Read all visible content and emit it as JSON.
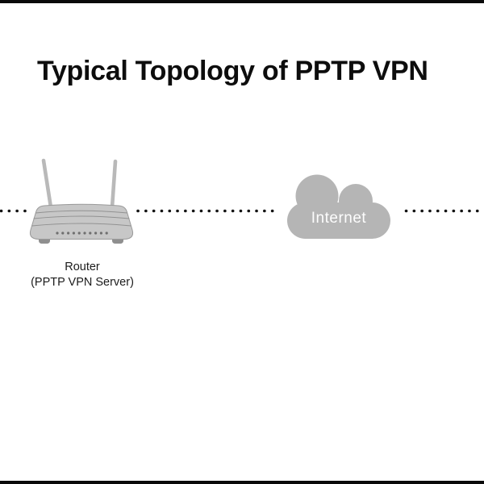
{
  "page": {
    "title": "Typical Topology of PPTP VPN"
  },
  "diagram": {
    "router": {
      "icon": "wireless-router-icon",
      "label_line1": "Router",
      "label_line2": "(PPTP VPN Server)"
    },
    "internet": {
      "icon": "cloud-icon",
      "label": "Internet"
    },
    "connection_style": "dotted-line"
  },
  "colors": {
    "background": "#ffffff",
    "letterbox_bar": "#0a0a0a",
    "title_text": "#0d0d0d",
    "device_gray": "#c7c7c7",
    "device_outline": "#9a9a9a",
    "cloud_gray": "#b5b5b5",
    "dot_color": "#141414",
    "label_text": "#1c1c1c",
    "internet_text": "#fdfdfd"
  }
}
